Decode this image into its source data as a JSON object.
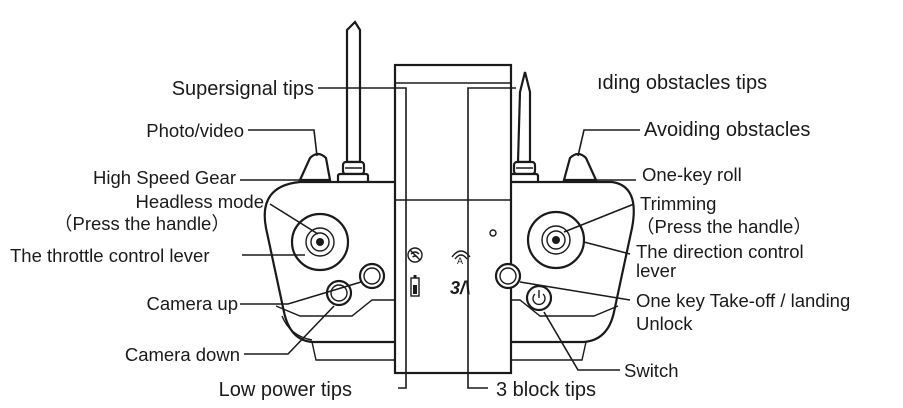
{
  "labels": {
    "supersignal_tips": "Supersignal tips",
    "avoiding_obstacles_tips": "ıding obstacles tips",
    "photo_video": "Photo/video",
    "avoiding_obstacles": "Avoiding obstacles",
    "high_speed_gear": "High Speed Gear",
    "one_key_roll": "One-key roll",
    "headless_mode": "Headless mode",
    "press_the_handle_left": "（Press the handle）",
    "trimming": "Trimming",
    "press_the_handle_right": "（Press the handle）",
    "throttle_control_lever": "The throttle control lever",
    "direction_control_lever_line1": "The direction control",
    "direction_control_lever_line2": "lever",
    "camera_up": "Camera up",
    "one_key_takeoff_landing": "One key Take-off / landing",
    "unlock": "Unlock",
    "camera_down": "Camera down",
    "switch": "Switch",
    "low_power_tips": "Low power tips",
    "three_block_tips": "3 block tips"
  },
  "screen": {
    "mode_indicator": "3/\\",
    "altitude_letter": "A"
  },
  "icons": {
    "signal": "signal-icon",
    "battery": "battery-icon",
    "altitude_hold": "altitude-icon",
    "power": "power-icon"
  },
  "colors": {
    "ink": "#1a1a1a",
    "background": "#ffffff"
  }
}
